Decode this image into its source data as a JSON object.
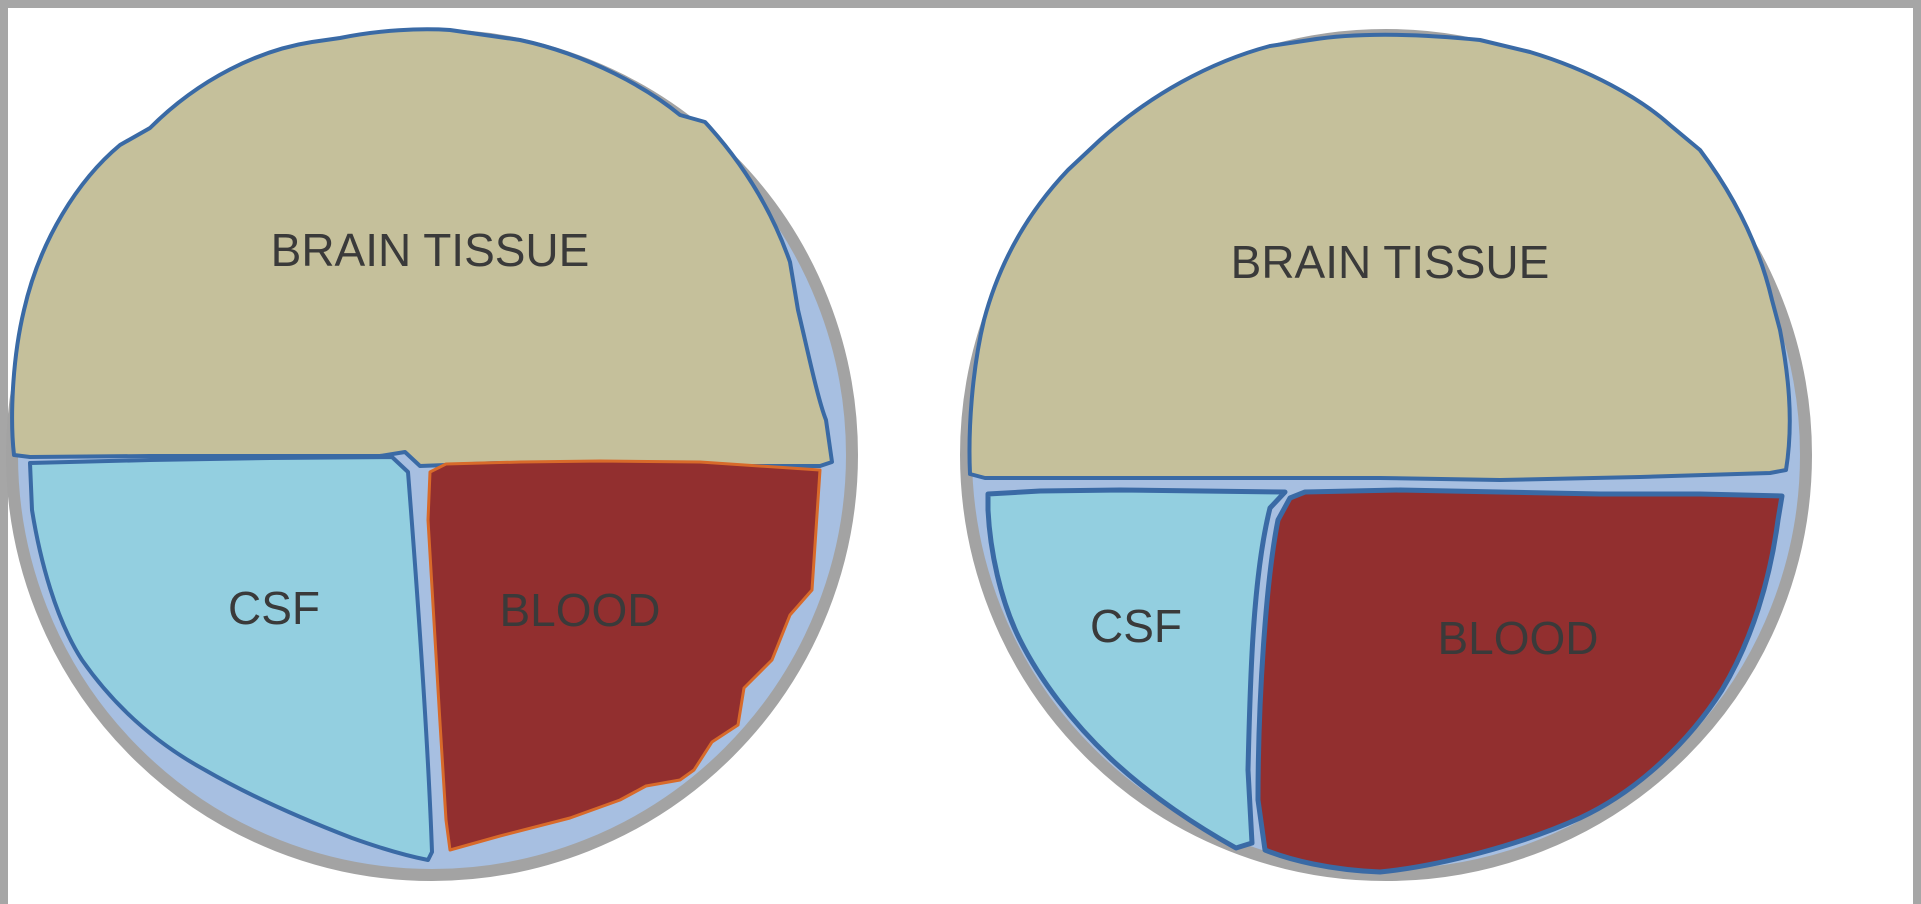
{
  "colors": {
    "frame": "#a6a6a6",
    "background": "#ffffff",
    "skull_ring": "#a3a3a3",
    "membrane_fill": "#a7bfe1",
    "outline": "#3a6aa5",
    "brain_tissue": "#c5c09b",
    "csf": "#93cfe0",
    "blood": "#922f2f",
    "blood_outline_left": "#d86a2a",
    "label_text": "#3a3a3a"
  },
  "diagrams": [
    {
      "regions": {
        "brain_tissue": "BRAIN TISSUE",
        "csf": "CSF",
        "blood": "BLOOD"
      }
    },
    {
      "regions": {
        "brain_tissue": "BRAIN TISSUE",
        "csf": "CSF",
        "blood": "BLOOD"
      }
    }
  ]
}
